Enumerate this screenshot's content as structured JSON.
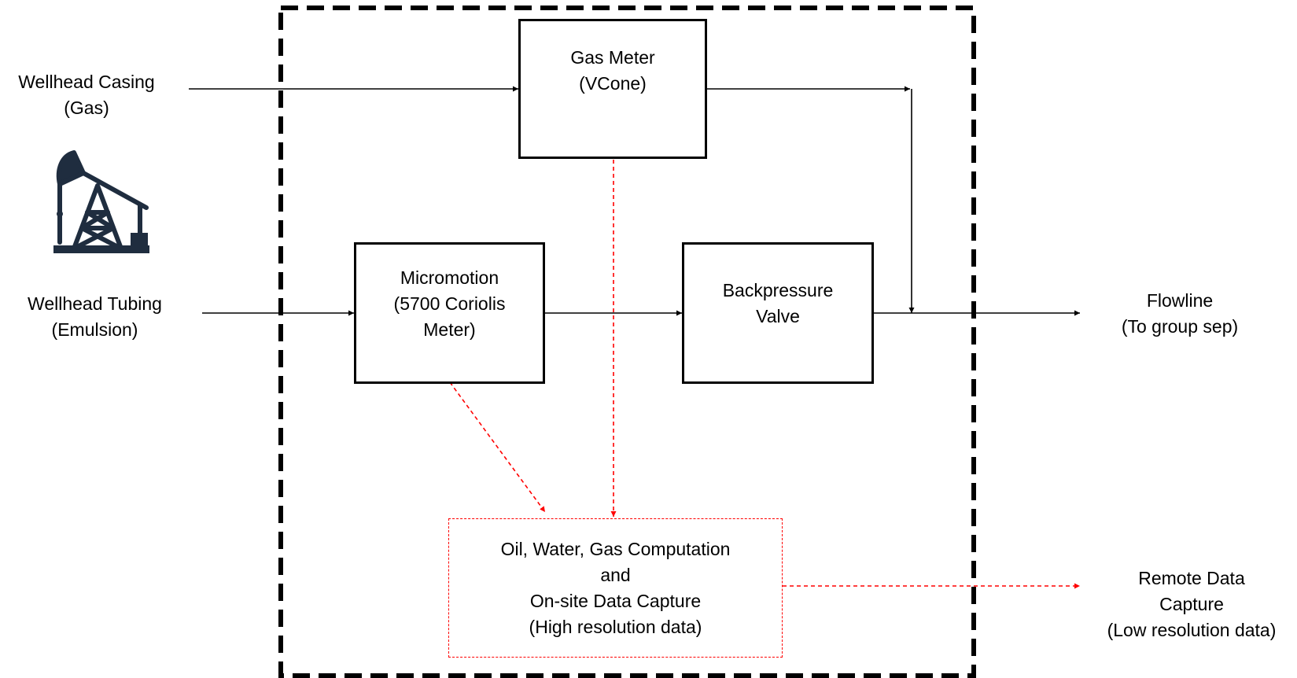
{
  "colors": {
    "line": "#000000",
    "data_link": "#ff0000",
    "pump_icon": "#1f2d3f"
  },
  "inputs": {
    "casing": {
      "line1": "Wellhead Casing",
      "line2": "(Gas)"
    },
    "tubing": {
      "line1": "Wellhead Tubing",
      "line2": "(Emulsion)"
    }
  },
  "pump_icon": {
    "icon": "pumpjack-icon"
  },
  "components": {
    "gas_meter": {
      "line1": "Gas Meter",
      "line2": "(VCone)"
    },
    "micromotion": {
      "line1": "Micromotion",
      "line2": "(5700 Coriolis",
      "line3": "Meter)"
    },
    "backpressure": {
      "line1": "Backpressure",
      "line2": "Valve"
    },
    "computation": {
      "line1": "Oil, Water, Gas Computation",
      "line2": "and",
      "line3": "On-site Data Capture",
      "line4": "(High resolution data)"
    }
  },
  "outputs": {
    "flowline": {
      "line1": "Flowline",
      "line2": "(To group sep)"
    },
    "remote": {
      "line1": "Remote Data",
      "line2": "Capture",
      "line3": "(Low resolution data)"
    }
  }
}
